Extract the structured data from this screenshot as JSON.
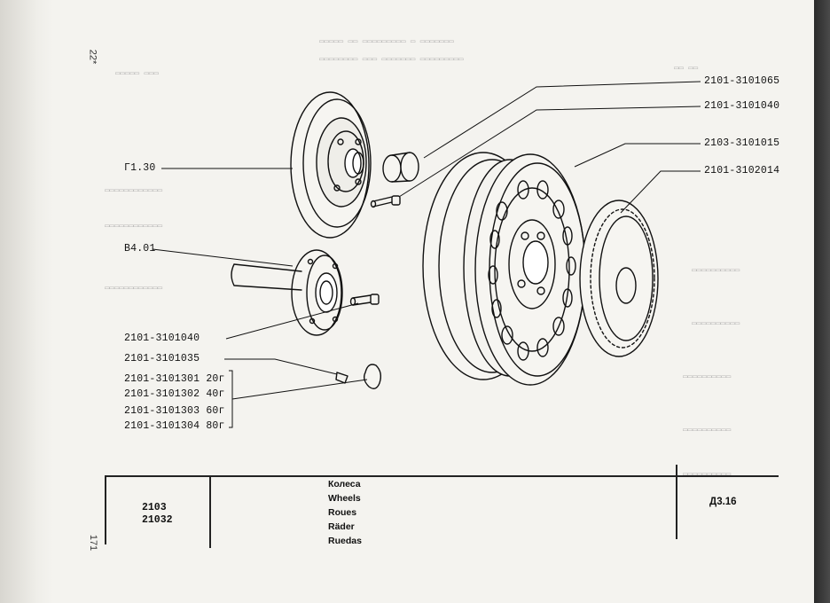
{
  "page": {
    "number_top": "22*",
    "number_bottom": "171"
  },
  "callouts": {
    "disc": "Г1.30",
    "hub": "B4.01",
    "bolt_hub": "2101-3101040",
    "weight_spring": "2101-3101035",
    "weights": [
      "2101-3101301  20г",
      "2101-3101302  40г",
      "2101-3101303  60г",
      "2101-3101304  80г"
    ],
    "cap": "2101-3101065",
    "bolt_wheel": "2101-3101040",
    "wheel": "2103-3101015",
    "hubcap": "2101-3102014"
  },
  "table": {
    "models": [
      "2103",
      "21032"
    ],
    "titles": [
      "Колеса",
      "Wheels",
      "Roues",
      "Räder",
      "Ruedas"
    ],
    "code": "Д3.16"
  },
  "colors": {
    "ink": "#111111",
    "paper": "#f4f3ef"
  }
}
